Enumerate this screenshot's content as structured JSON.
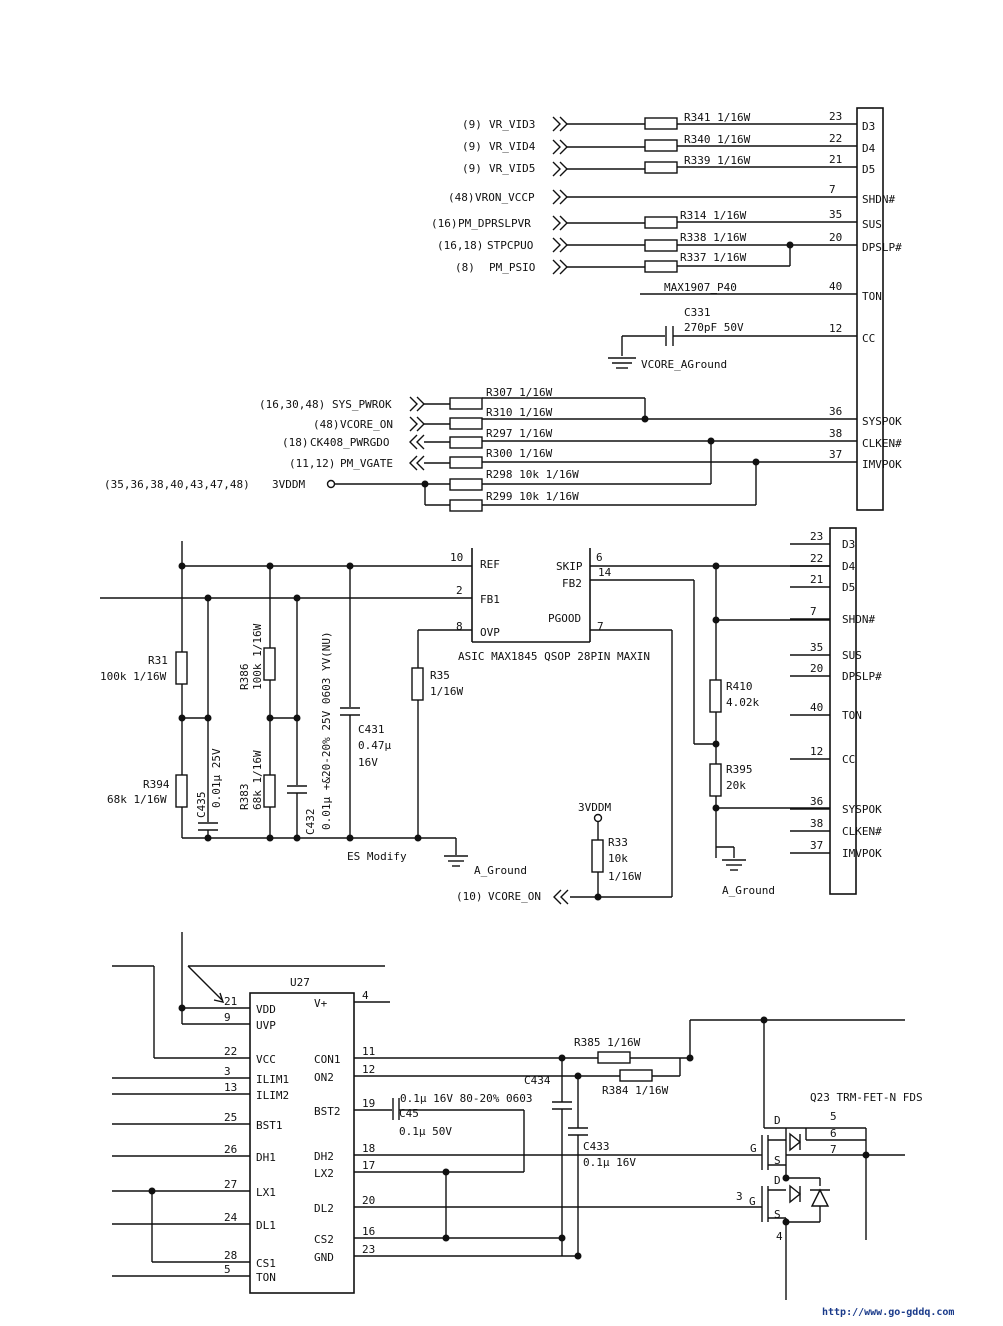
{
  "top_connector": {
    "pins": [
      {
        "num": "23",
        "name": "D3"
      },
      {
        "num": "22",
        "name": "D4"
      },
      {
        "num": "21",
        "name": "D5"
      },
      {
        "num": "7",
        "name": "SHDN#"
      },
      {
        "num": "35",
        "name": "SUS"
      },
      {
        "num": "20",
        "name": "DPSLP#"
      },
      {
        "num": "40",
        "name": "TON"
      },
      {
        "num": "12",
        "name": "CC"
      },
      {
        "num": "36",
        "name": "SYSPOK"
      },
      {
        "num": "38",
        "name": "CLKEN#"
      },
      {
        "num": "37",
        "name": "IMVPOK"
      }
    ]
  },
  "top_nets": [
    {
      "ref": "(9)",
      "name": "VR_VID3",
      "res": "R341 1/16W"
    },
    {
      "ref": "(9)",
      "name": "VR_VID4",
      "res": "R340 1/16W"
    },
    {
      "ref": "(9)",
      "name": "VR_VID5",
      "res": "R339 1/16W"
    },
    {
      "ref": "(48)",
      "name": "VRON_VCCP",
      "res": ""
    },
    {
      "ref": "(16)",
      "name": "PM_DPRSLPVR",
      "res": "R314 1/16W"
    },
    {
      "ref": "(16,18)",
      "name": "STPCPUO",
      "res": "R338 1/16W"
    },
    {
      "ref": "(8)",
      "name": "PM_PSIO",
      "res": "R337 1/16W"
    }
  ],
  "max_label": "MAX1907_P40",
  "cap_c331": {
    "ref": "C331",
    "value": "270pF 50V"
  },
  "vcore_aground": "VCORE_AGround",
  "mid_nets": [
    {
      "ref": "(16,30,48)",
      "name": "SYS_PWROK",
      "res": "R307 1/16W"
    },
    {
      "ref": "(48)",
      "name": "VCORE_ON",
      "res": "R310 1/16W"
    },
    {
      "ref": "(18)",
      "name": "CK408_PWRGDO",
      "res": "R297 1/16W"
    },
    {
      "ref": "(11,12)",
      "name": "PM_VGATE",
      "res": "R300 1/16W"
    }
  ],
  "vddm_net": {
    "ref": "(35,36,38,40,43,47,48)",
    "name": "3VDDM",
    "r298": "R298 10k 1/16W",
    "r299": "R299 10k 1/16W"
  },
  "asic": {
    "label": "ASIC MAX1845 QSOP 28PIN MAXIN",
    "left_pins": [
      {
        "num": "10",
        "name": "REF"
      },
      {
        "num": "2",
        "name": "FB1"
      },
      {
        "num": "8",
        "name": "OVP"
      }
    ],
    "right_pins": [
      {
        "num": "6",
        "name": "SKIP"
      },
      {
        "num": "14",
        "name": "FB2"
      },
      {
        "num": "7",
        "name": "PGOOD"
      }
    ]
  },
  "left_parts": {
    "r31": "R31",
    "r31_val": "100k 1/16W",
    "r394": "R394",
    "r394_val": "68k 1/16W",
    "c435": "C435",
    "c435_val": "0.01μ 25V",
    "r386": "R386",
    "r386_val": "100k 1/16W",
    "r383": "R383",
    "r383_val": "68k 1/16W",
    "c432": "C432",
    "c432_val": "0.01μ +&20-20% 25V 0603 YV(NU)",
    "c431": "C431",
    "c431_val1": "0.47μ",
    "c431_val2": "16V",
    "r35": "R35",
    "r35_val": "1/16W",
    "es_modify": "ES Modify",
    "a_ground": "A_Ground"
  },
  "right_parts": {
    "r410": "R410",
    "r410_val": "4.02k",
    "r395": "R395",
    "r395_val": "20k",
    "a_ground": "A_Ground",
    "r33": "R33",
    "r33_val1": "10k",
    "r33_val2": "1/16W",
    "vddm": "3VDDM",
    "vcore_on_ref": "(10)",
    "vcore_on": "VCORE_ON"
  },
  "mid_connector": {
    "pins": [
      {
        "num": "23",
        "name": "D3"
      },
      {
        "num": "22",
        "name": "D4"
      },
      {
        "num": "21",
        "name": "D5"
      },
      {
        "num": "7",
        "name": "SHDN#"
      },
      {
        "num": "35",
        "name": "SUS"
      },
      {
        "num": "20",
        "name": "DPSLP#"
      },
      {
        "num": "40",
        "name": "TON"
      },
      {
        "num": "12",
        "name": "CC"
      },
      {
        "num": "36",
        "name": "SYSPOK"
      },
      {
        "num": "38",
        "name": "CLKEN#"
      },
      {
        "num": "37",
        "name": "IMVPOK"
      }
    ]
  },
  "u27": {
    "ref": "U27",
    "left_pins": [
      {
        "num": "21",
        "name": "VDD"
      },
      {
        "num": "9",
        "name": "UVP"
      },
      {
        "num": "22",
        "name": "VCC"
      },
      {
        "num": "3",
        "name": "ILIM1"
      },
      {
        "num": "13",
        "name": "ILIM2"
      },
      {
        "num": "25",
        "name": "BST1"
      },
      {
        "num": "26",
        "name": "DH1"
      },
      {
        "num": "27",
        "name": "LX1"
      },
      {
        "num": "24",
        "name": "DL1"
      },
      {
        "num": "28",
        "name": "CS1"
      },
      {
        "num": "5",
        "name": "TON"
      }
    ],
    "right_pins": [
      {
        "num": "4",
        "name": "V+"
      },
      {
        "num": "11",
        "name": "CON1"
      },
      {
        "num": "12",
        "name": "ON2"
      },
      {
        "num": "19",
        "name": "BST2"
      },
      {
        "num": "18",
        "name": "DH2"
      },
      {
        "num": "17",
        "name": "LX2"
      },
      {
        "num": "20",
        "name": "DL2"
      },
      {
        "num": "16",
        "name": "CS2"
      },
      {
        "num": "23",
        "name": "GND"
      }
    ]
  },
  "bottom_parts": {
    "r385": "R385 1/16W",
    "r384": "R384 1/16W",
    "c434": "C434",
    "c45": "C45",
    "c45_val1": "0.1μ 16V 80-20% 0603",
    "c45_val2": "0.1μ 50V",
    "c433": "C433",
    "c433_val": "0.1μ 16V",
    "q23": "Q23 TRM-FET-N FDS",
    "q_pins": {
      "d": "D",
      "g": "G",
      "s": "S",
      "p5": "5",
      "p6": "6",
      "p7": "7",
      "p3": "3",
      "p4": "4"
    }
  },
  "watermark": "http://www.go-gddq.com"
}
